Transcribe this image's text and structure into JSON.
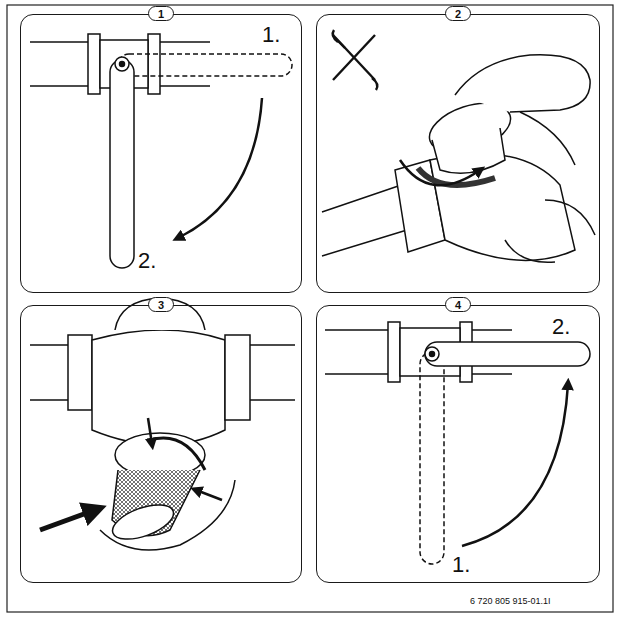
{
  "diagram": {
    "nodes": [
      {
        "text": [
          "1"
        ]
      },
      {
        "text": [
          "2"
        ]
      },
      {
        "text": [
          "3"
        ]
      },
      {
        "text": [
          "4"
        ]
      }
    ],
    "labels": [
      "1.",
      "2.",
      "1.",
      "2.",
      "6 720 805 915-01.1I"
    ]
  }
}
